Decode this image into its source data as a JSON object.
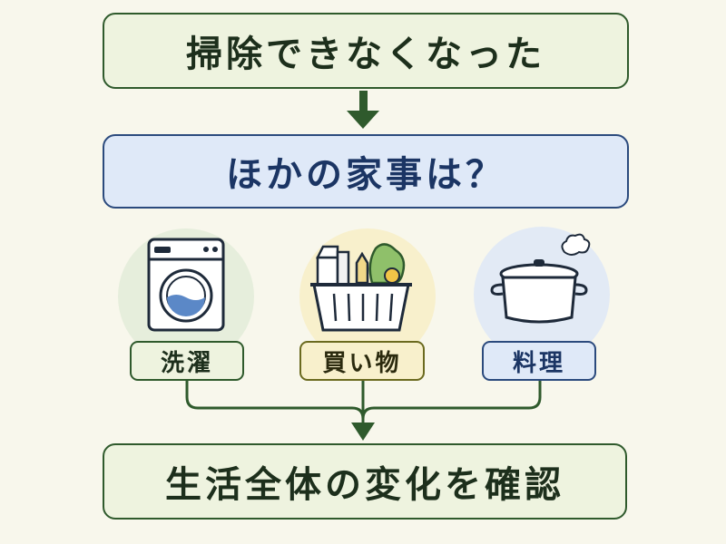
{
  "steps": {
    "top": "掃除できなくなった",
    "question": "ほかの家事は？",
    "bottom": "生活全体の変化を確認"
  },
  "chores": [
    {
      "label": "洗濯",
      "icon": "washing-machine-icon",
      "color": "#e6eedc"
    },
    {
      "label": "買い物",
      "icon": "shopping-basket-icon",
      "color": "#f8f0cc"
    },
    {
      "label": "料理",
      "icon": "cooking-pot-icon",
      "color": "#e2eaf5"
    }
  ],
  "colors": {
    "arrow": "#2f5a2c",
    "green_border": "#2f5a2c",
    "blue_border": "#2b4a7d",
    "background": "#f8f7ec"
  }
}
